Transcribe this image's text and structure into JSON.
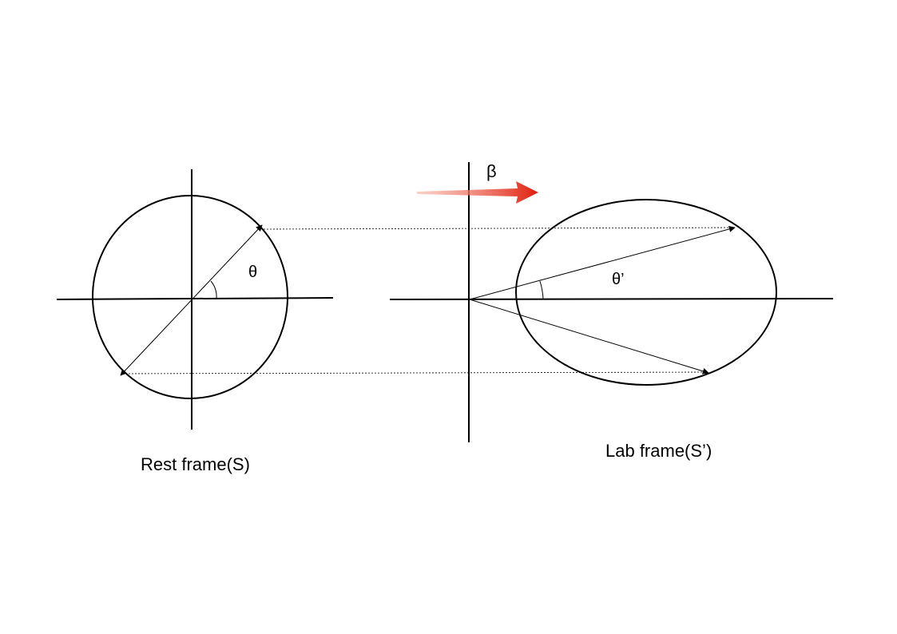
{
  "rest_frame": {
    "caption": "Rest frame(S)",
    "angle_label": "θ"
  },
  "lab_frame": {
    "caption": "Lab frame(S’)",
    "angle_label": "θ’"
  },
  "velocity": {
    "label": "β"
  },
  "colors": {
    "line": "#000000",
    "arrow_start": "#f5a08c",
    "arrow_end": "#e02010"
  }
}
